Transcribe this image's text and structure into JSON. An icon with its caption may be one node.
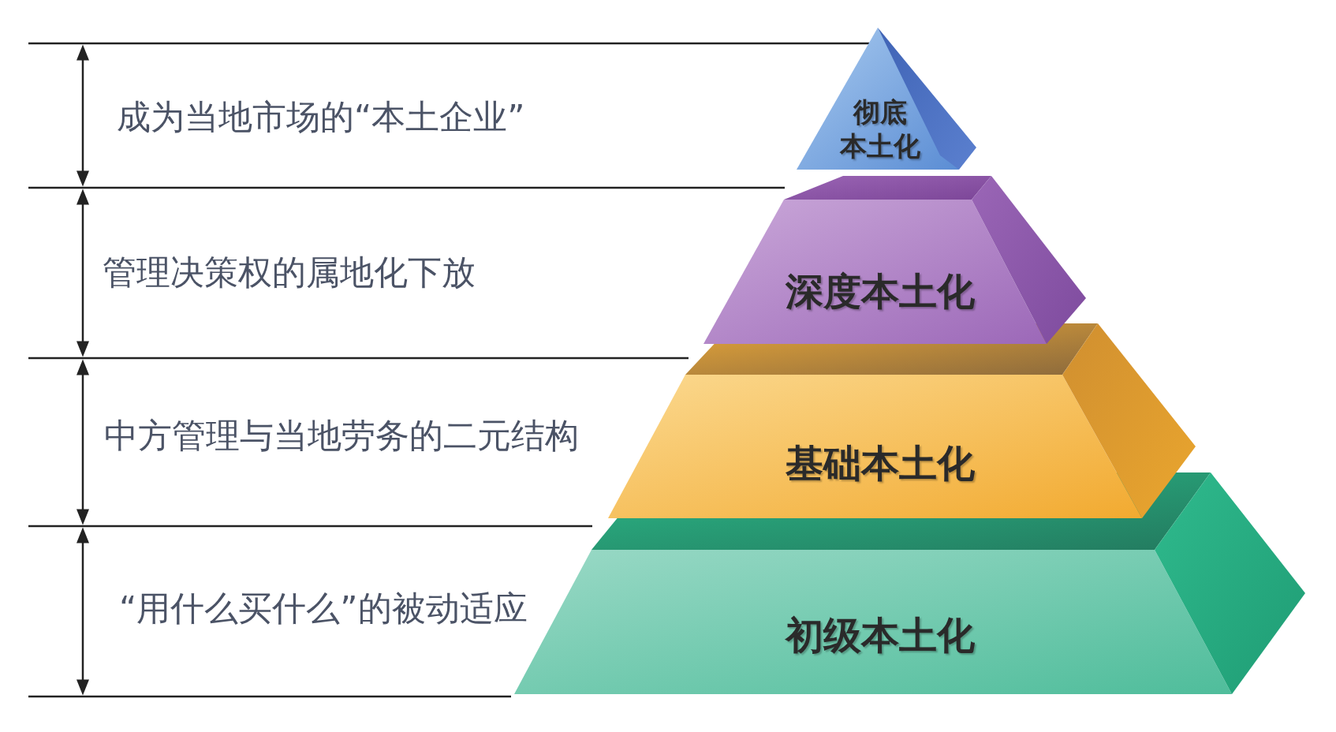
{
  "diagram": {
    "nodes": [
      {
        "text": [
          "彻底本土化"
        ]
      },
      {
        "text": [
          "深度本土化"
        ]
      },
      {
        "text": [
          "基础本土化"
        ]
      },
      {
        "text": [
          "初级本土化"
        ]
      }
    ],
    "labels": [
      "成为当地市场的“本土企业”",
      "管理决策权的属地化下放",
      "中方管理与当地劳务的二元结构",
      "“用什么买什么”的被动适应"
    ]
  }
}
